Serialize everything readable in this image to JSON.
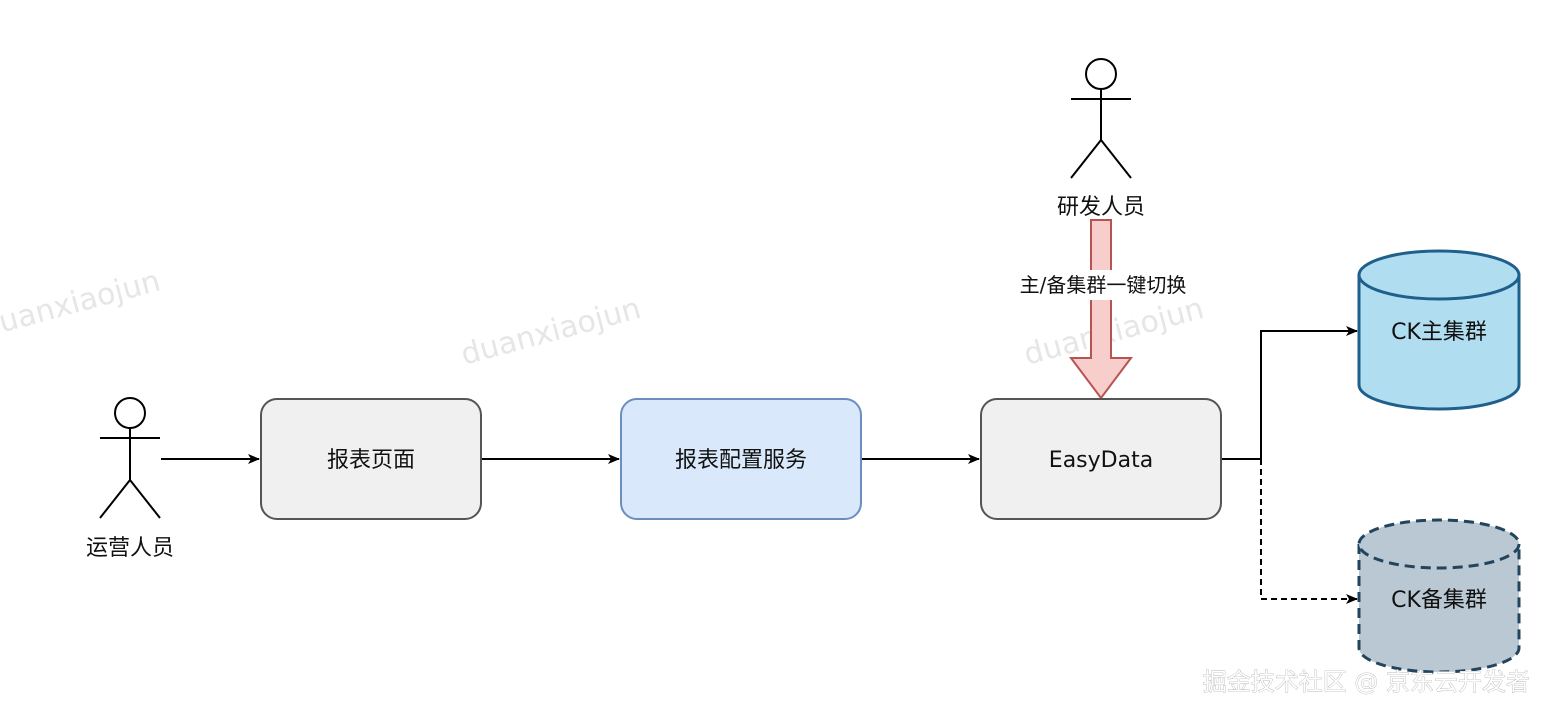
{
  "actors": {
    "operator": "运营人员",
    "developer": "研发人员"
  },
  "nodes": {
    "report_page": "报表页面",
    "report_config": "报表配置服务",
    "easydata": "EasyData",
    "ck_primary": "CK主集群",
    "ck_backup": "CK备集群"
  },
  "edges": {
    "switch_label": "主/备集群一键切换"
  },
  "watermarks": [
    "duanxiaojun",
    "duanxiaojun",
    "duanxiaojun"
  ],
  "footer": "掘金技术社区 @ 京东云开发者",
  "colors": {
    "gray_box_fill": "#f0f0f0",
    "gray_box_stroke": "#555555",
    "blue_box_fill": "#dae8fc",
    "blue_box_stroke": "#6c8ebf",
    "primary_db_fill": "#b1ddf0",
    "primary_db_stroke": "#1f5f8b",
    "backup_db_fill": "#bac8d3",
    "backup_db_stroke": "#23445d",
    "switch_arrow_fill": "#f8cecc",
    "switch_arrow_stroke": "#b85450"
  }
}
